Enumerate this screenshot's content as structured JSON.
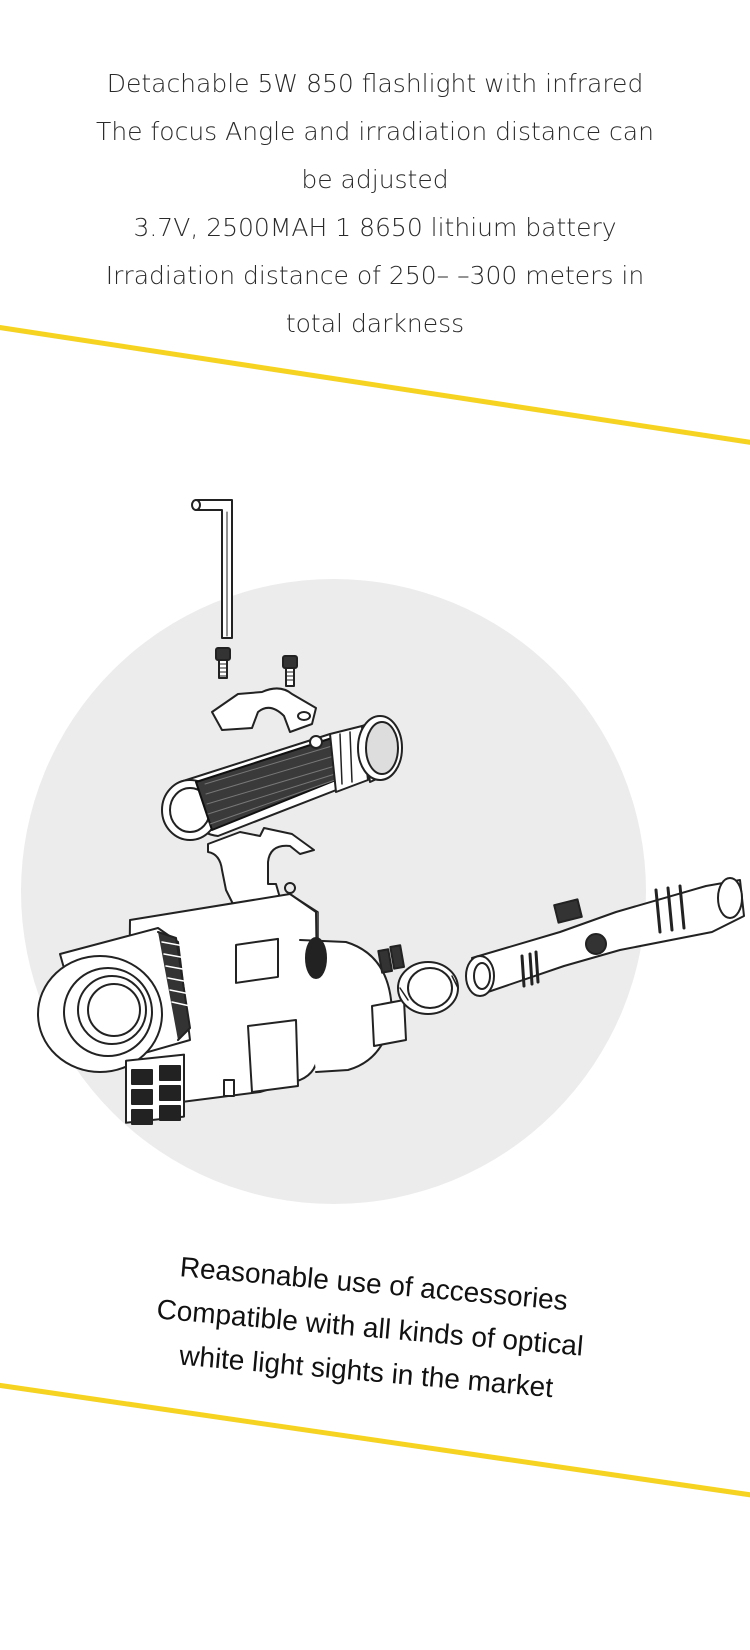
{
  "features": {
    "lines": [
      "Detachable 5W 850 flashlight with infrared",
      "The focus Angle and irradiation distance can",
      "be adjusted",
      "3.7V, 2500MAH 1 8650 lithium battery",
      "Irradiation distance of 250– –300 meters in",
      "total darkness"
    ]
  },
  "accessories": {
    "lines": [
      "Reasonable use of accessories",
      "Compatible with all kinds of optical",
      "white light sights in the market"
    ]
  },
  "colors": {
    "accent_stripe": "#f5d320",
    "circle_background": "#ececec",
    "line_art": "#222222"
  }
}
